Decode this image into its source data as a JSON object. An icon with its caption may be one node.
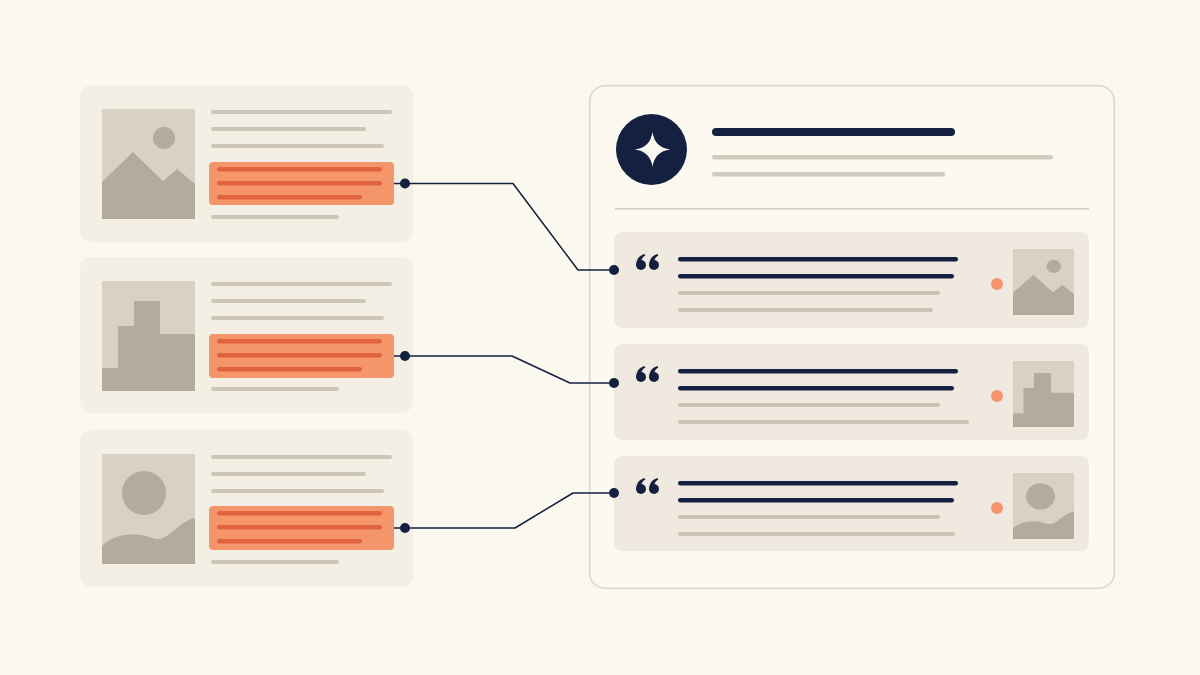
{
  "diagram": {
    "nodes": [
      {
        "text": [],
        "shape": "box"
      },
      {
        "text": [],
        "shape": "box",
        "in": 0
      },
      {
        "text": [],
        "shape": "box"
      },
      {
        "text": [],
        "shape": "box",
        "in": 2
      },
      {
        "text": [],
        "shape": "box"
      },
      {
        "text": [],
        "shape": "box",
        "in": 4
      },
      {
        "text": [],
        "shape": "box"
      },
      {
        "text": [],
        "shape": "box",
        "in": 6
      },
      {
        "text": [],
        "shape": "box",
        "in": 6
      },
      {
        "text": [],
        "shape": "box",
        "in": 6
      }
    ],
    "edges": [
      {
        "from": 1,
        "to": 7,
        "arrow": "other"
      },
      {
        "from": 3,
        "to": 8,
        "arrow": "other"
      },
      {
        "from": 5,
        "to": 9,
        "arrow": "other"
      }
    ]
  }
}
